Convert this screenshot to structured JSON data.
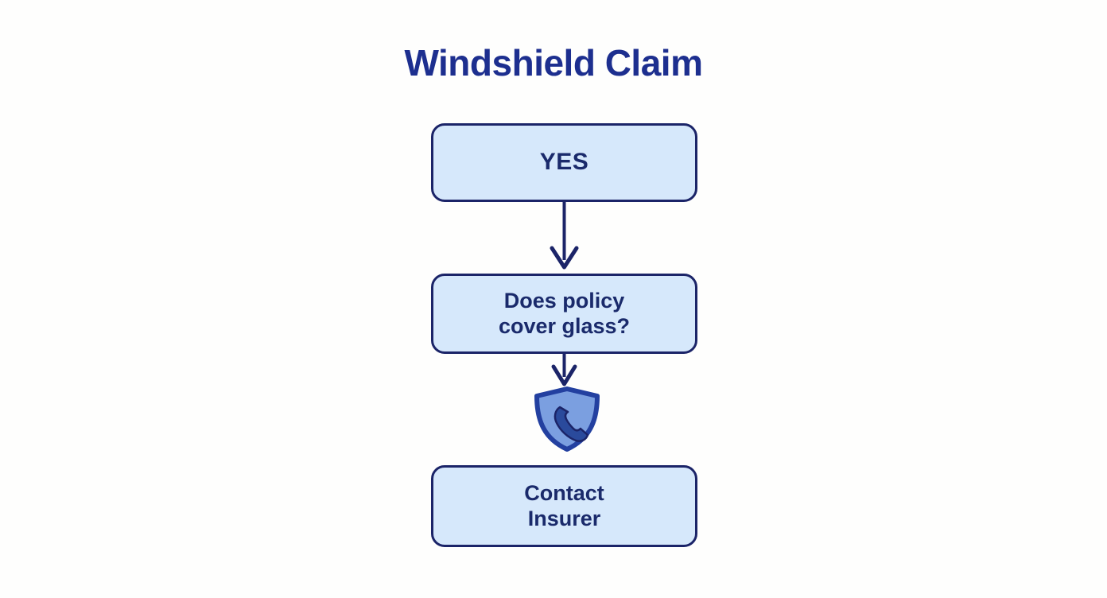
{
  "page": {
    "title": "Windshield Claim",
    "background_color": "#fefefd"
  },
  "theme": {
    "node_fill": "#d6e8fb",
    "node_border": "#1b2468",
    "text_navy": "#1a2a6b",
    "title_navy": "#1d2f8f",
    "arrow_navy": "#1b2468",
    "shield_fill": "#7b9fe0",
    "shield_outline": "#2340a0",
    "phone_fill": "#2a4a9c"
  },
  "chart_data": {
    "type": "diagram",
    "title": "Windshield Claim",
    "nodes": [
      {
        "id": "yes",
        "label": "YES",
        "shape": "rounded-rect"
      },
      {
        "id": "policy-question",
        "label": "Does policy\ncover glass?",
        "shape": "rounded-rect"
      },
      {
        "id": "contact-insurer",
        "label": "Contact\nInsurer",
        "shape": "rounded-rect"
      }
    ],
    "icons": [
      {
        "id": "shield-phone",
        "name": "shield-phone-icon",
        "between": [
          "policy-question",
          "contact-insurer"
        ]
      }
    ],
    "edges": [
      {
        "from": "yes",
        "to": "policy-question",
        "label": "",
        "arrow": "down"
      },
      {
        "from": "policy-question",
        "to": "shield-phone",
        "label": "",
        "arrow": "down"
      }
    ],
    "layout": "vertical-flow"
  },
  "flow": {
    "nodes": [
      {
        "label": "YES"
      },
      {
        "label": "Does policy\ncover glass?"
      },
      {
        "label": "Contact\nInsurer"
      }
    ]
  }
}
